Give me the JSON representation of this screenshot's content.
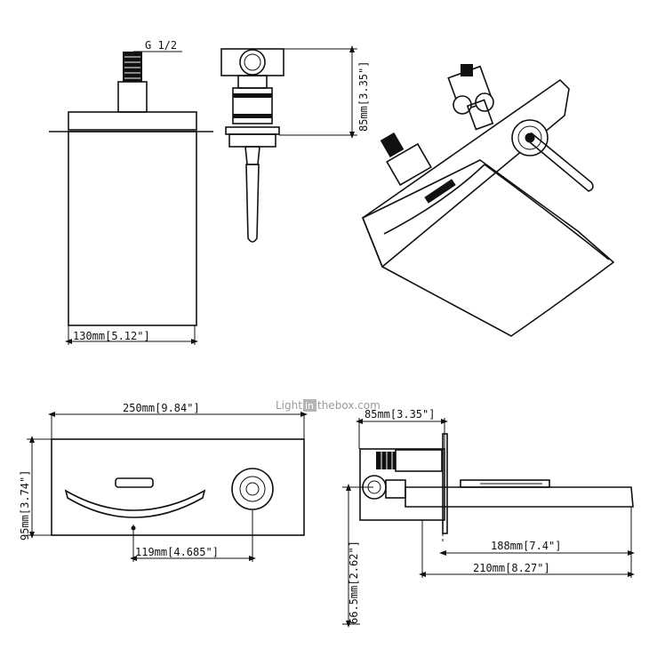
{
  "labels": {
    "thread": "G 1/2",
    "height_85_top": "85mm[3.35\"]",
    "width_130": "130mm[5.12\"]",
    "width_250": "250mm[9.84\"]",
    "height_95": "95mm[3.74\"]",
    "offset_119": "119mm[4.685\"]",
    "depth_85_side": "85mm[3.35\"]",
    "reach_188": "188mm[7.4\"]",
    "reach_210": "210mm[8.27\"]",
    "height_66_5": "66.5mm[2.62\"]"
  },
  "watermark": {
    "pre": "Light",
    "mid": "in",
    "post": "thebox.com"
  }
}
